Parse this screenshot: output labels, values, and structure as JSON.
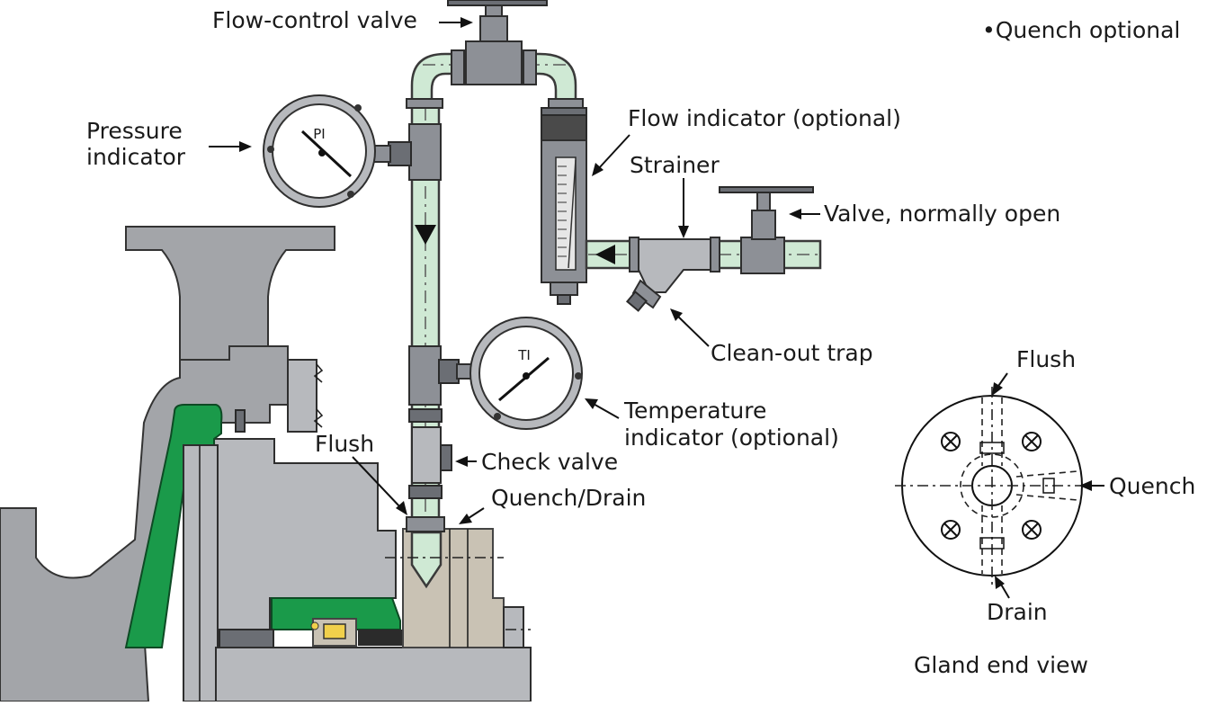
{
  "labels": {
    "flow_control_valve": "Flow-control valve",
    "quench_optional": "•Quench optional",
    "pressure_indicator_line1": "Pressure",
    "pressure_indicator_line2": "indicator",
    "flow_indicator": "Flow indicator (optional)",
    "strainer": "Strainer",
    "valve_normally_open": "Valve, normally open",
    "clean_out_trap": "Clean-out trap",
    "temperature_indicator_line1": "Temperature",
    "temperature_indicator_line2": "indicator (optional)",
    "check_valve": "Check valve",
    "flush_left": "Flush",
    "quench_drain": "Quench/Drain",
    "gland_flush": "Flush",
    "gland_quench": "Quench",
    "gland_drain": "Drain",
    "gland_end_view": "Gland end view"
  },
  "gauges": {
    "pressure_gauge_label": "PI",
    "temperature_gauge_label": "TI"
  },
  "colors": {
    "pipe_fluid": "#cfe9d4",
    "seal_green": "#1a9a4a",
    "metal_grey": "#8d9096",
    "seal_red": "#d0202a"
  }
}
